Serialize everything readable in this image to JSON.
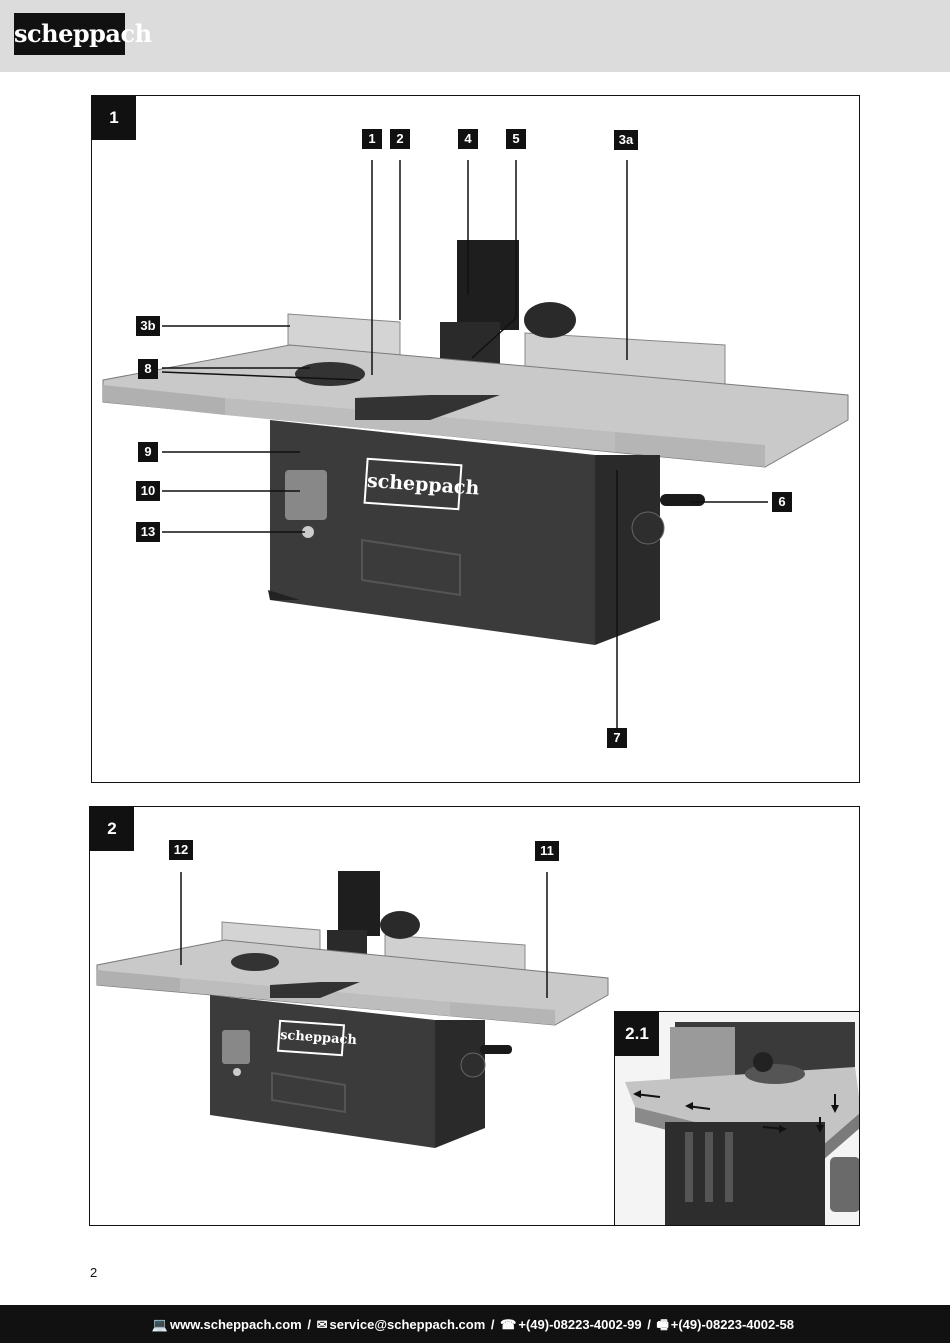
{
  "header": {
    "logo_text": "scheppach"
  },
  "figures": [
    {
      "number": "1",
      "callouts": [
        "1",
        "2",
        "4",
        "5",
        "3a",
        "3b",
        "8",
        "9",
        "10",
        "13",
        "6",
        "7"
      ]
    },
    {
      "number": "2",
      "callouts": [
        "12",
        "11"
      ]
    },
    {
      "number": "2.1"
    }
  ],
  "machine_logo_text": "scheppach",
  "page_number": "2",
  "footer": {
    "web_icon": "computer-icon",
    "web": "www.scheppach.com",
    "mail_icon": "mail-icon",
    "email": "service@scheppach.com",
    "phone_icon": "phone-icon",
    "phone": "+(49)-08223-4002-99",
    "fax_icon": "fax-icon",
    "fax": "+(49)-08223-4002-58",
    "separator": "/"
  }
}
